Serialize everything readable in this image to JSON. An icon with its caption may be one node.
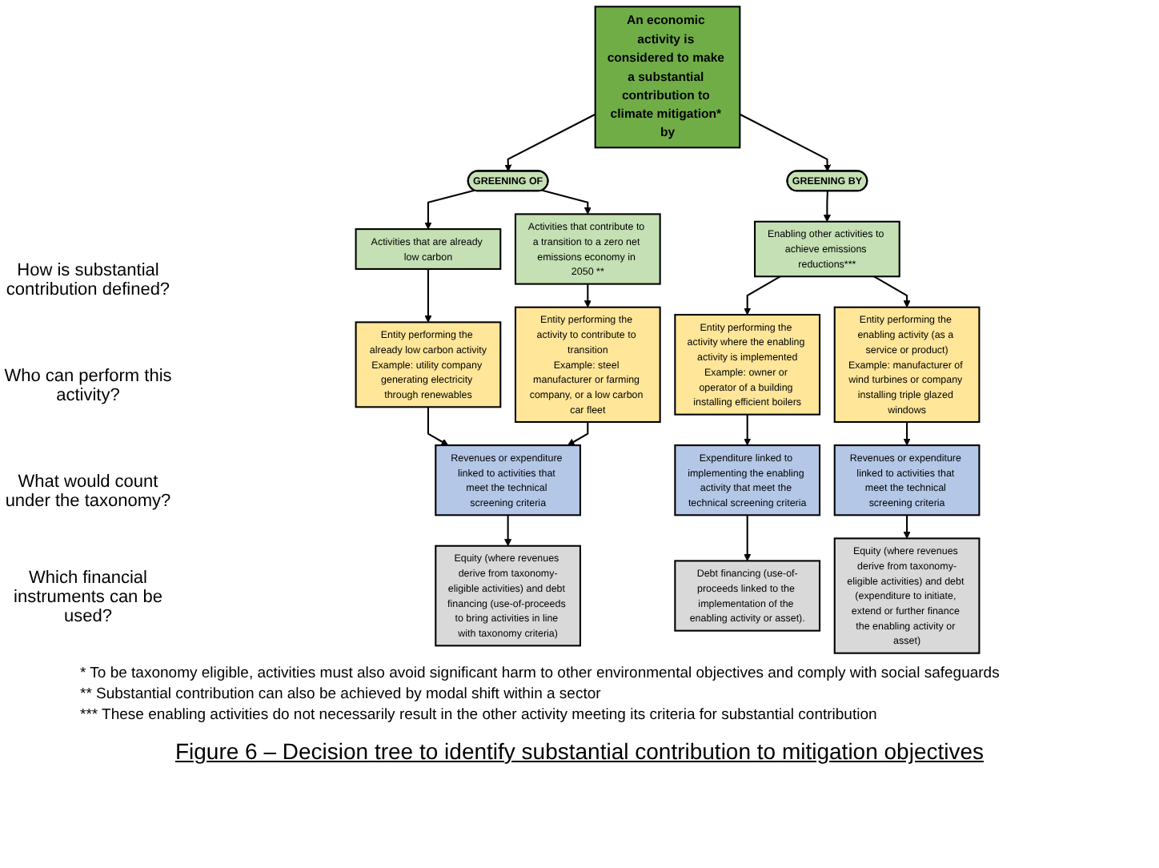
{
  "diagram": {
    "caption": "Figure 6 – Decision tree to identify substantial contribution to mitigation objectives",
    "nodes": [
      {
        "text": [
          "An economic activity is considered to make a substantial contribution to climate mitigation* by"
        ]
      },
      {
        "text": [
          "GREENING OF"
        ]
      },
      {
        "text": [
          "GREENING BY"
        ]
      },
      {
        "text": [
          "Activities that are already low carbon"
        ]
      },
      {
        "text": [
          "Activities that contribute to a transition to a zero net emissions economy in 2050 **"
        ]
      },
      {
        "text": [
          "Enabling other activities to achieve emissions reductions***"
        ]
      },
      {
        "text": [
          "Entity performing the already low carbon activity",
          "Example: utility company generating electricity through renewables"
        ]
      },
      {
        "text": [
          "Entity performing the activity to contribute to transition",
          "Example: steel manufacturer or farming company, or a low carbon car fleet"
        ]
      },
      {
        "text": [
          "Entity performing the activity where the enabling activity is implemented",
          "Example: owner or operator of a building installing efficient boilers"
        ]
      },
      {
        "text": [
          "Entity performing the enabling activity (as a service or product)",
          "Example: manufacturer of wind turbines or company installing triple glazed windows"
        ]
      },
      {
        "text": [
          "Revenues or expenditure linked to activities that meet the technical screening criteria"
        ]
      },
      {
        "text": [
          "Expenditure linked to implementing the enabling activity that meet the technical screening criteria"
        ]
      },
      {
        "text": [
          "Revenues or expenditure linked to activities that meet the technical screening criteria"
        ]
      },
      {
        "text": [
          "Equity (where revenues derive from taxonomy-eligible activities) and debt financing (use-of-proceeds to bring activities in line with taxonomy criteria)"
        ]
      },
      {
        "text": [
          "Debt financing (use-of-proceeds linked to the implementation of the enabling activity or asset)."
        ]
      },
      {
        "text": [
          "Equity (where revenues derive from taxonomy-eligible activities) and debt (expenditure to initiate, extend or further finance the enabling activity or asset)"
        ]
      }
    ],
    "edges": [
      {
        "from": 0,
        "to": 1,
        "arrow": "to"
      },
      {
        "from": 0,
        "to": 2,
        "arrow": "to"
      },
      {
        "from": 1,
        "to": 3,
        "arrow": "to"
      },
      {
        "from": 1,
        "to": 4,
        "arrow": "to"
      },
      {
        "from": 2,
        "to": 5,
        "arrow": "to"
      },
      {
        "from": 3,
        "to": 6,
        "arrow": "to"
      },
      {
        "from": 4,
        "to": 7,
        "arrow": "to"
      },
      {
        "from": 5,
        "to": 8,
        "arrow": "to"
      },
      {
        "from": 5,
        "to": 9,
        "arrow": "to"
      },
      {
        "from": 6,
        "to": 10,
        "arrow": "to"
      },
      {
        "from": 7,
        "to": 10,
        "arrow": "to"
      },
      {
        "from": 8,
        "to": 11,
        "arrow": "to"
      },
      {
        "from": 9,
        "to": 12,
        "arrow": "to"
      },
      {
        "from": 10,
        "to": 13,
        "arrow": "to"
      },
      {
        "from": 11,
        "to": 14,
        "arrow": "to"
      },
      {
        "from": 12,
        "to": 15,
        "arrow": "to"
      }
    ],
    "labels": [
      "How is substantial contribution defined?",
      "Who can perform this activity?",
      "What would count under the taxonomy?",
      "Which financial instruments can be used?",
      "* To be taxonomy eligible, activities must also avoid significant harm to other environmental objectives and comply with social safeguards",
      "** Substantial contribution can also be achieved by modal shift within a sector",
      "*** These enabling activities do not necessarily result in the other activity meeting its criteria for substantial contribution"
    ]
  }
}
